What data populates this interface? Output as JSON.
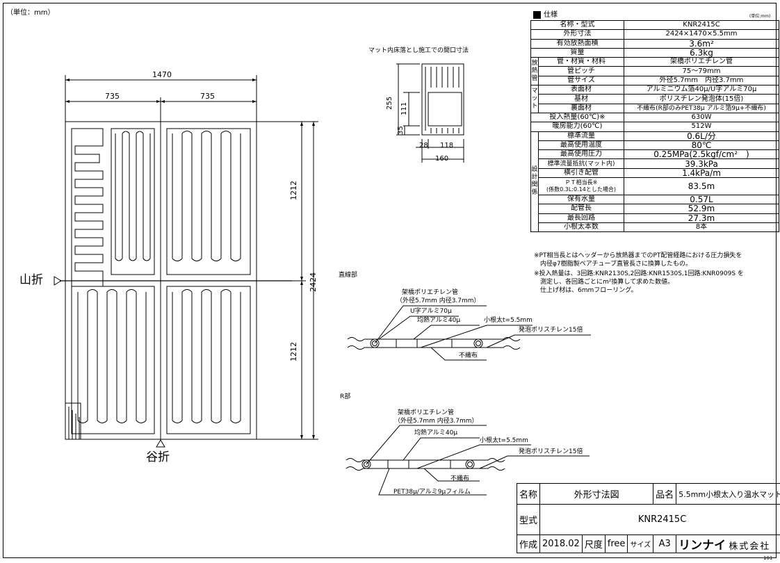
{
  "unit_label": "（単位：mm）",
  "dims": {
    "w_total": "1470",
    "w_half_a": "735",
    "w_half_b": "735",
    "h_total": "2424",
    "h_top": "1212",
    "h_bottom": "1212"
  },
  "fold": {
    "mountain": "山折",
    "valley": "谷折"
  },
  "opening": {
    "title": "マット内床落とし施工での開口寸法",
    "d255": "255",
    "d111": "111",
    "d35": "35",
    "d28": "28",
    "d118": "118",
    "d160": "160"
  },
  "spec": {
    "header": "仕様",
    "unit_small": "(単位:mm)",
    "rows_main": [
      {
        "k": "名称・型式",
        "v": "KNR2415C"
      },
      {
        "k": "外形寸法",
        "v": "2424×1470×5.5mm"
      },
      {
        "k": "有効放熱面積",
        "v": "3.6m²"
      },
      {
        "k": "質量",
        "v": "6.3kg"
      }
    ],
    "group_pipe": "放熱管",
    "rows_pipe": [
      {
        "k": "管・材質・材料",
        "v": "架橋ポリエチレン管"
      },
      {
        "k": "管ピッチ",
        "v": "75～79mm"
      },
      {
        "k": "管サイズ",
        "v": "外径5.7mm　内径3.7mm"
      }
    ],
    "group_mat": "マット",
    "rows_mat": [
      {
        "k": "表面材",
        "v": "アルミニウム箔40μ/U字アルミ70μ"
      },
      {
        "k": "基材",
        "v": "ポリスチレン発泡体(15倍)"
      },
      {
        "k": "裏面材",
        "v": "不織布(R部のみPET38μ アルミ箔9μ+不織布)"
      }
    ],
    "rows_heat": [
      {
        "k": "投入熱量(60℃)※",
        "v": "630W"
      },
      {
        "k": "暖房能力(60℃)",
        "v": "512W"
      }
    ],
    "group_design": "設計関係",
    "rows_design": [
      {
        "k": "標準流量",
        "v": "0.6L/分"
      },
      {
        "k": "最高使用温度",
        "v": "80℃"
      },
      {
        "k": "最高使用圧力",
        "v": "0.25MPa(2.5kgf/cm²　)"
      },
      {
        "k": "標準流量抵抗(マット内)",
        "v": "39.3kPa"
      },
      {
        "k": "横引き配管",
        "v": "1.4kPa/m"
      },
      {
        "k": "ＰＴ相当長※\n(係数0.3L:0.14とした場合)",
        "v": "83.5m"
      },
      {
        "k": "保有水量",
        "v": "0.57L"
      },
      {
        "k": "配管長",
        "v": "52.9m"
      },
      {
        "k": "最長回路",
        "v": "27.3m"
      },
      {
        "k": "小根太本数",
        "v": "8本"
      }
    ],
    "note1": "※PT相当長とはヘッダーから放熱器までのPT配管経路における圧力損失を\n　内径φ7樹脂製ペアチューブ直管長さに換算したもの。",
    "note2": "※投入熱量は、3回路:KNR2130S,2回路:KNR1530S,1回路:KNR0909S を\n　測定し、各回路ごとにm²換算して求めた数値。\n　仕上げ材は、6mmフローリング。"
  },
  "sec_straight": {
    "title": "直線部",
    "l_pipe": "架橋ポリエチレン管",
    "l_pipe2": "（外径5.7mm 内径3.7mm）",
    "l_u": "U字アルミ70μ",
    "l_al": "均熱アルミ40μ",
    "l_joist": "小根太t=5.5mm",
    "l_foam": "発泡ポリスチレン15倍",
    "l_nw": "不織布"
  },
  "sec_r": {
    "title": "R部",
    "l_pipe": "架橋ポリエチレン管",
    "l_pipe2": "（外径5.7mm 内径3.7mm）",
    "l_al": "均熱アルミ40μ",
    "l_joist": "小根太t=5.5mm",
    "l_foam": "発泡ポリスチレン15倍",
    "l_nw": "不織布",
    "l_pet": "PET38μ/アルミ9μフィルム"
  },
  "title_block": {
    "name_label": "名称",
    "name_value": "外形寸法図",
    "product_label": "品名",
    "product_value": "5.5mm小根太入り温水マット",
    "model_label": "型式",
    "model_value": "KNR2415C",
    "made_label": "作成",
    "made_value": "2018.02",
    "scale_label": "尺度",
    "scale_value": "free",
    "size_label": "サイズ",
    "size_value": "A3",
    "company": "リンナイ",
    "company_suffix": "株式会社",
    "doc_no": "101"
  }
}
